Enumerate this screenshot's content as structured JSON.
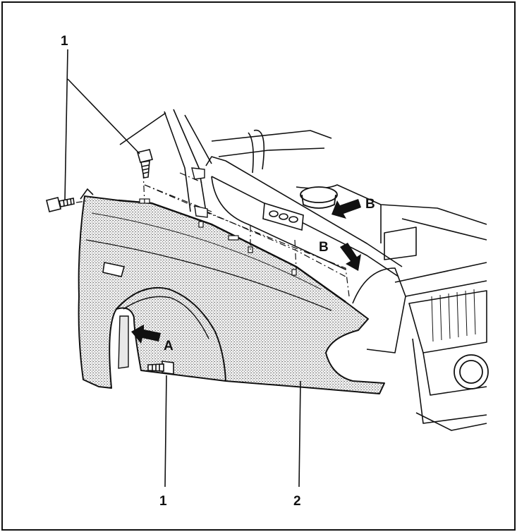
{
  "callouts": {
    "screw_top": "1",
    "screw_bottom": "1",
    "fender": "2",
    "arrow_a": "A",
    "arrow_b_upper": "B",
    "arrow_b_lower": "B"
  },
  "colors": {
    "line": "#111111",
    "shade": "#b9b9b9",
    "background": "#ffffff"
  }
}
